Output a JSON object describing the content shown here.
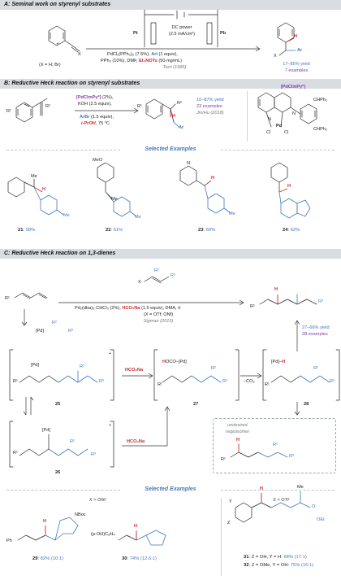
{
  "sections": {
    "a": {
      "title": "A: Seminal work on styrenyl substrates"
    },
    "b": {
      "title": "B: Reductive Heck reaction on styrenyl substrates"
    },
    "c": {
      "title": "C: Reductive Heck reaction on 1,3-dienes"
    }
  },
  "section_a": {
    "substrate_x": "X",
    "substrate_note": "(X = H; Br)",
    "electrode_left": "Pt",
    "electrode_right": "Pb",
    "power_label": "DC power",
    "current_density": "(2.5 mA/cm²)",
    "cond1_a": "PdCl₂(PPh₃)₂ (7.5%), ",
    "cond1_arl": "ArI",
    "cond1_b": " (1 equiv),",
    "cond2_a": "PPh₃ (10%), DMF, ",
    "cond2_salt": "Et₄NOTs",
    "cond2_b": " (50 mg/mL)",
    "reference": "Torri (1985)",
    "product_x": "X",
    "product_h": "H",
    "product_ar": "Ar",
    "yield": "17–85% yield",
    "examples": "7 examples"
  },
  "section_b": {
    "r1": "R¹",
    "r2": "R²",
    "cond1_cat": "[PdClmPy*]",
    "cond1_b": " (2%),",
    "cond2": "KOH (2.5 equiv),",
    "cond3_arbr": "ArBr",
    "cond3_b": " (1.5 equiv),",
    "cond4_ipr": "i-PrOH",
    "cond4_b": ", 75 °C",
    "prod_r1": "R¹",
    "prod_r2": "R²",
    "prod_h": "H",
    "prod_ar": "Ar",
    "yield": "10–87% yield",
    "examples": "23 examples",
    "reference": "Jin/Hu (2018)",
    "catalyst_title": "[PdClmPy*]",
    "cat_pd": "Pd",
    "cat_n1": "N",
    "cat_n2": "N",
    "cat_cl1": "Cl",
    "cat_cl2": "Cl",
    "cat_chph_top": "CHPh₂",
    "cat_chph_bot": "CHPh₂",
    "selected_title": "Selected Examples",
    "examples_list": [
      {
        "num": "21",
        "yield": "58%",
        "me": "Me",
        "h": "H",
        "extra": ""
      },
      {
        "num": "22",
        "yield": "61%",
        "me": "Me",
        "h": "",
        "extra": "MeO"
      },
      {
        "num": "23",
        "yield": "60%",
        "me": "Me",
        "h": "H",
        "extra": "N"
      },
      {
        "num": "24",
        "yield": "62%",
        "me": "",
        "h": "H",
        "extra": ""
      }
    ]
  },
  "section_c": {
    "r1": "R¹",
    "reagent_x": "X",
    "reagent_r2": "R²",
    "reagent_r3": "R³",
    "cond1_a": "Pd₂(dba)₃·CHCl₃ (2%), ",
    "cond1_formate": "HCO₂Na",
    "cond1_b": " (1.5 equiv), DMA, rt",
    "cond2": "(X = OTf; ONf)",
    "reference": "Sigman (2015)",
    "prod_r1": "R¹",
    "prod_r3": "R³",
    "prod_h": "H",
    "yield": "27–66% yield",
    "examples": "28 examples",
    "pd_top": "[Pd]",
    "pd_r2": "R²",
    "pd_r3": "R³",
    "i25_pd": "[Pd]",
    "i25_r1": "R¹",
    "i25_r2": "R²",
    "i25_r3": "R³",
    "i25_num": "25",
    "formate1": "HCO₂Na",
    "i27_label": "HOCO–[Pd]",
    "i27_r1": "R¹",
    "i27_r2": "R²",
    "i27_r3": "R³",
    "i27_num": "27",
    "minus_co2": "–CO₂",
    "i28_label": "[Pd]–H",
    "i28_r1": "R¹",
    "i28_r2": "R²",
    "i28_r3": "R³",
    "i28_num": "28",
    "i26_pd": "[Pd]",
    "i26_r1": "R¹",
    "i26_r2": "R²",
    "i26_r3": "R³",
    "i26_num": "26",
    "formate2": "HCO₂Na",
    "undesired": "undesired",
    "regioisomer": "regioisomer",
    "und_r1": "R¹",
    "und_r2": "R²",
    "und_r3": "R³",
    "und_h": "H",
    "charge": "+",
    "selected_title": "Selected Examples",
    "onf_title": "X = ONf",
    "otf_title": "X = OTf",
    "ex29_ph": "Ph",
    "ex29_h": "H",
    "ex29_nboc": "NBoc",
    "ex29_num": "29",
    "ex29_yield": "82% (10:1)",
    "ex30_sub": "(p-OH)C₆H₄",
    "ex30_h": "H",
    "ex30_num": "30",
    "ex30_yield": "74% (12.6:1)",
    "ex31_y": "Y",
    "ex31_z": "Z",
    "ex31_h": "H",
    "ex31_me": "Me",
    "ex31_oet": "OEt",
    "ex31_o": "O",
    "ex31_num": "31",
    "ex31_desc": "Z = OH, Y = H: ",
    "ex31_yield": "68% (17:1)",
    "ex32_num": "32",
    "ex32_desc": "Z = OMe, Y = OH: ",
    "ex32_yield": "75% (16:1)"
  }
}
